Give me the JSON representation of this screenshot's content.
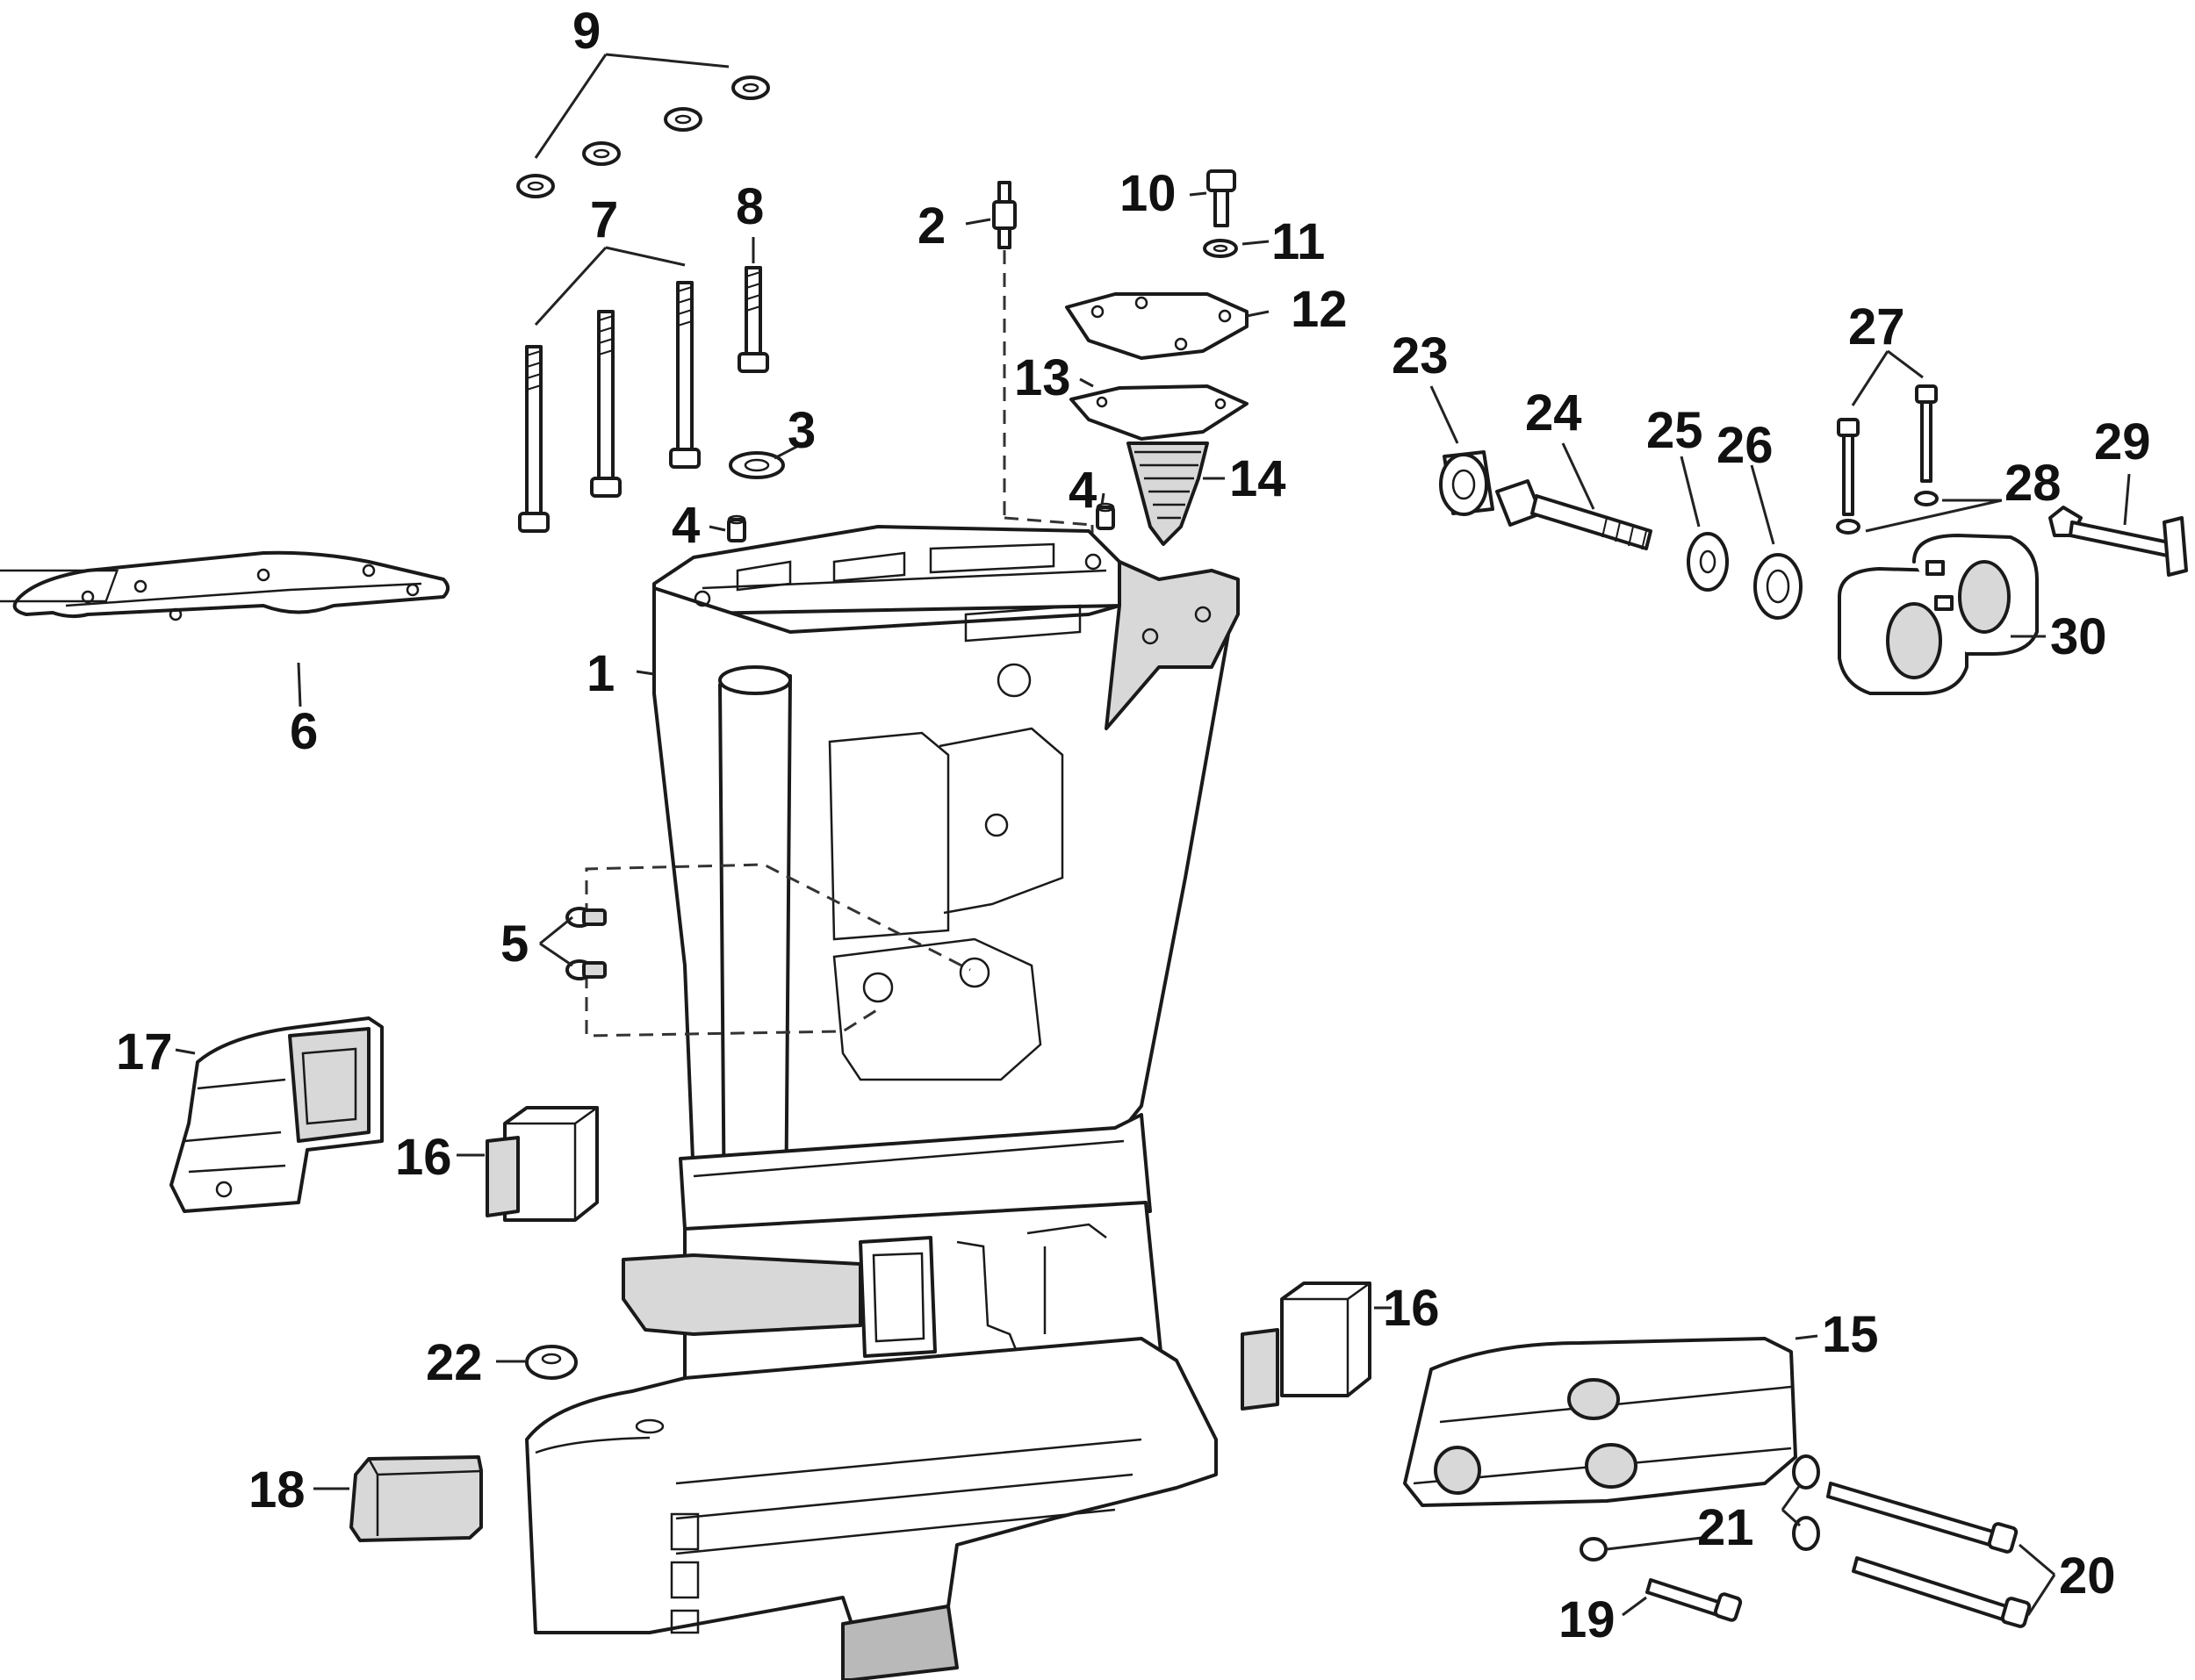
{
  "callouts": [
    {
      "id": "1",
      "label": "1"
    },
    {
      "id": "2",
      "label": "2"
    },
    {
      "id": "3",
      "label": "3"
    },
    {
      "id": "4a",
      "label": "4"
    },
    {
      "id": "4b",
      "label": "4"
    },
    {
      "id": "5",
      "label": "5"
    },
    {
      "id": "6",
      "label": "6"
    },
    {
      "id": "7",
      "label": "7"
    },
    {
      "id": "8",
      "label": "8"
    },
    {
      "id": "9",
      "label": "9"
    },
    {
      "id": "10",
      "label": "10"
    },
    {
      "id": "11",
      "label": "11"
    },
    {
      "id": "12",
      "label": "12"
    },
    {
      "id": "13",
      "label": "13"
    },
    {
      "id": "14",
      "label": "14"
    },
    {
      "id": "15",
      "label": "15"
    },
    {
      "id": "16a",
      "label": "16"
    },
    {
      "id": "16b",
      "label": "16"
    },
    {
      "id": "17",
      "label": "17"
    },
    {
      "id": "18",
      "label": "18"
    },
    {
      "id": "19",
      "label": "19"
    },
    {
      "id": "20",
      "label": "20"
    },
    {
      "id": "21",
      "label": "21"
    },
    {
      "id": "22",
      "label": "22"
    },
    {
      "id": "23",
      "label": "23"
    },
    {
      "id": "24",
      "label": "24"
    },
    {
      "id": "25",
      "label": "25"
    },
    {
      "id": "26",
      "label": "26"
    },
    {
      "id": "27",
      "label": "27"
    },
    {
      "id": "28",
      "label": "28"
    },
    {
      "id": "29",
      "label": "29"
    },
    {
      "id": "30",
      "label": "30"
    }
  ]
}
